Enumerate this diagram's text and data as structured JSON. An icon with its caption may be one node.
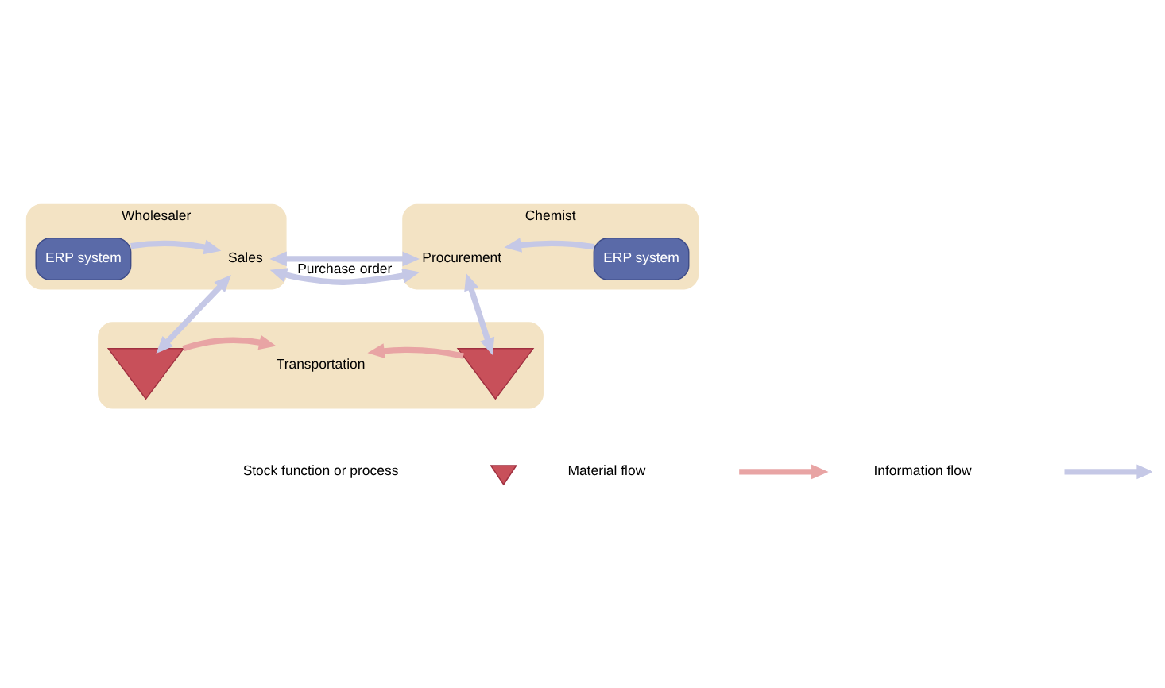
{
  "diagram": {
    "nodes": [
      {
        "text": [
          "Wholesaler"
        ]
      },
      {
        "text": [
          "ERP system"
        ],
        "in": 0
      },
      {
        "text": [
          "Sales"
        ],
        "in": 0
      },
      {
        "text": [
          "Chemist"
        ]
      },
      {
        "text": [
          "Procurement"
        ],
        "in": 3
      },
      {
        "text": [
          "ERP system"
        ],
        "in": 3
      },
      {
        "text": [],
        "shape": "box"
      },
      {
        "text": [],
        "shape": "triangle",
        "in": 6
      },
      {
        "text": [
          "Transportation"
        ],
        "in": 6
      },
      {
        "text": [],
        "shape": "triangle",
        "in": 6
      }
    ],
    "edges": [
      {
        "from": 1,
        "to": 2,
        "arrow": "to"
      },
      {
        "from": 2,
        "to": 4,
        "arrow": "both",
        "label": "Purchase order"
      },
      {
        "from": 5,
        "to": 4,
        "arrow": "to"
      },
      {
        "from": 2,
        "to": 7,
        "arrow": "both"
      },
      {
        "from": 4,
        "to": 9,
        "arrow": "both"
      },
      {
        "from": 7,
        "to": 8,
        "arrow": "to",
        "color": "#e8a4a4"
      },
      {
        "from": 9,
        "to": 8,
        "arrow": "to",
        "color": "#e8a4a4"
      }
    ],
    "legend": [
      {
        "text": "Stock function or process"
      },
      {
        "text": "Material flow"
      },
      {
        "text": "Information flow"
      }
    ]
  }
}
